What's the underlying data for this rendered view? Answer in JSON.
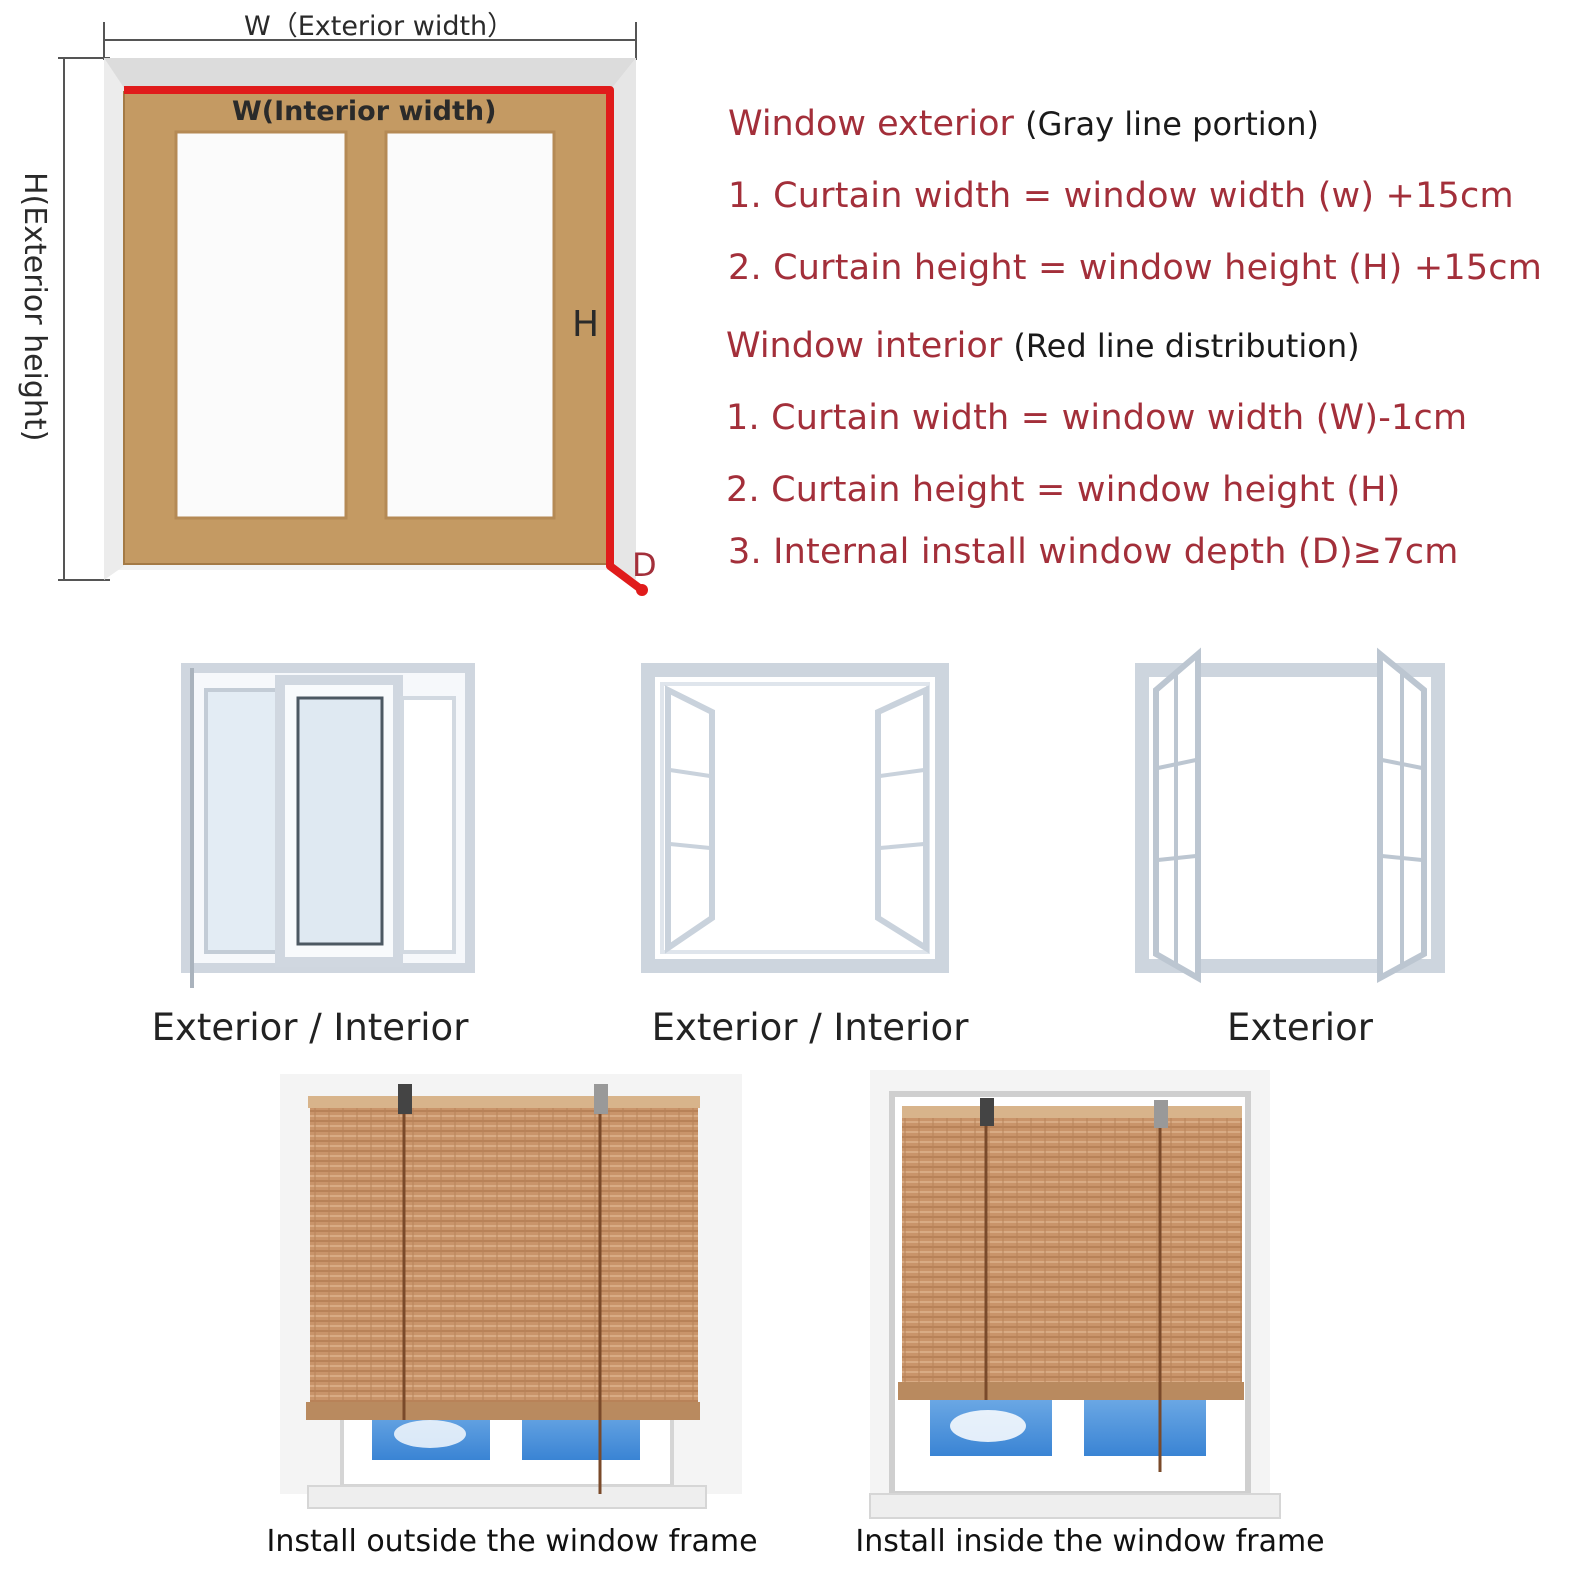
{
  "diagram": {
    "exterior_width_label": "W（Exterior width）",
    "interior_width_label": "W(Interior width)",
    "exterior_height_label": "H(Exterior height)",
    "interior_height_label": "H",
    "depth_label": "D"
  },
  "exterior_section": {
    "heading": "Window exterior",
    "heading_note": "(Gray line portion)",
    "rules": [
      "1. Curtain width = window width (w) +15cm",
      "2. Curtain height = window height (H) +15cm"
    ]
  },
  "interior_section": {
    "heading": "Window interior",
    "heading_note": "(Red line distribution)",
    "rules": [
      "1. Curtain width = window width (W)-1cm",
      "2. Curtain height = window height (H)",
      "3. Internal install window depth (D)≥7cm"
    ]
  },
  "window_types": [
    {
      "label": "Exterior / Interior",
      "icon": "sliding-window-icon"
    },
    {
      "label": "Exterior / Interior",
      "icon": "inward-casement-window-icon"
    },
    {
      "label": "Exterior",
      "icon": "outward-casement-window-icon"
    }
  ],
  "install_examples": [
    {
      "label": "Install outside the window frame"
    },
    {
      "label": "Install inside the window frame"
    }
  ],
  "colors": {
    "red_line": "#e01b1b",
    "rule_text": "#a32f3a",
    "frame_wood": "#c49a63",
    "bamboo": "#c9946a"
  }
}
